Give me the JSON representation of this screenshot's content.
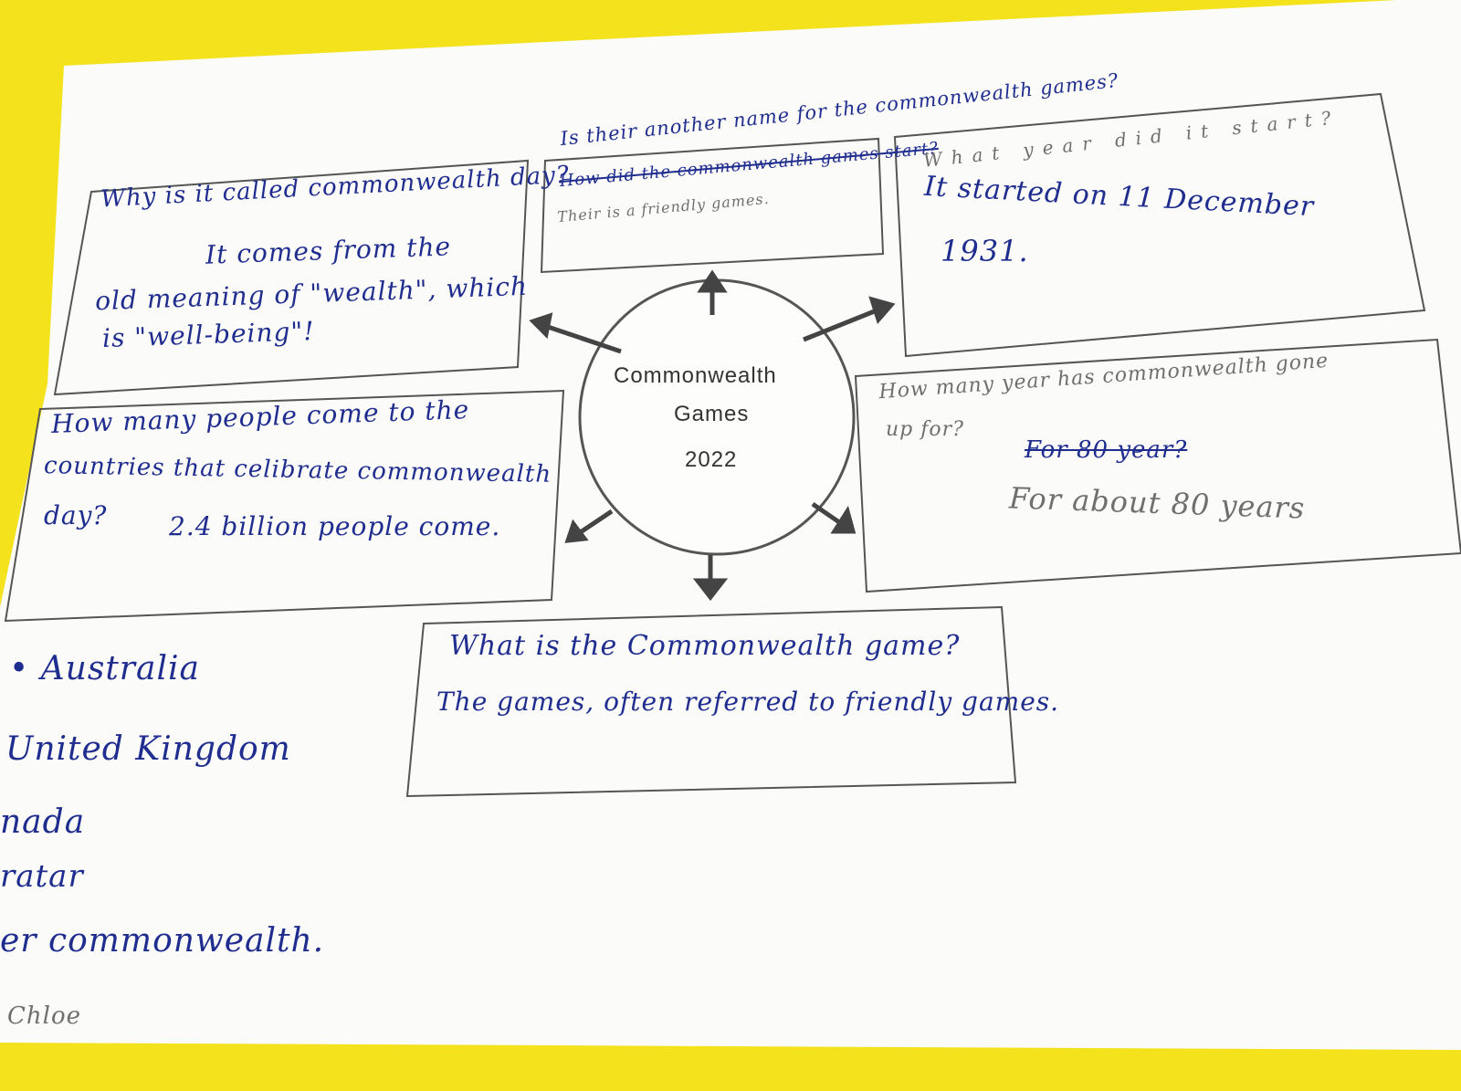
{
  "center": {
    "line1": "Commonwealth",
    "line2": "Games",
    "line3": "2022"
  },
  "box_top_left": {
    "question": "Why is it called commonwealth day?",
    "answer_1": "It comes from the",
    "answer_2": "old meaning of \"wealth\", which",
    "answer_3": "is \"well-being\"!"
  },
  "box_top_middle": {
    "question_added": "Is their another name for the commonwealth games?",
    "question_printed": "How did the commonwealth games start?",
    "answer": "Their is a friendly games."
  },
  "box_top_right": {
    "question": "What year did it start?",
    "answer_1": "It started on 11 December",
    "answer_2": "1931."
  },
  "box_middle_left": {
    "question_1": "How many people come to the",
    "question_2": "countries that celibrate commonwealth",
    "question_3": "day?",
    "answer": "2.4 billion people come."
  },
  "box_middle_right": {
    "question_1": "How many year has commonwealth gone",
    "question_2": "up for?",
    "answer_struck": "For 80 year?",
    "answer": "For about 80 years"
  },
  "box_bottom": {
    "question": "What is the Commonwealth game?",
    "answer": "The games, often referred to friendly games."
  },
  "country_list": {
    "item_1": "• Australia",
    "item_2": "United Kingdom",
    "item_3": "nada",
    "item_4": "ratar",
    "item_5": "er commonwealth."
  },
  "signature": "Chloe"
}
